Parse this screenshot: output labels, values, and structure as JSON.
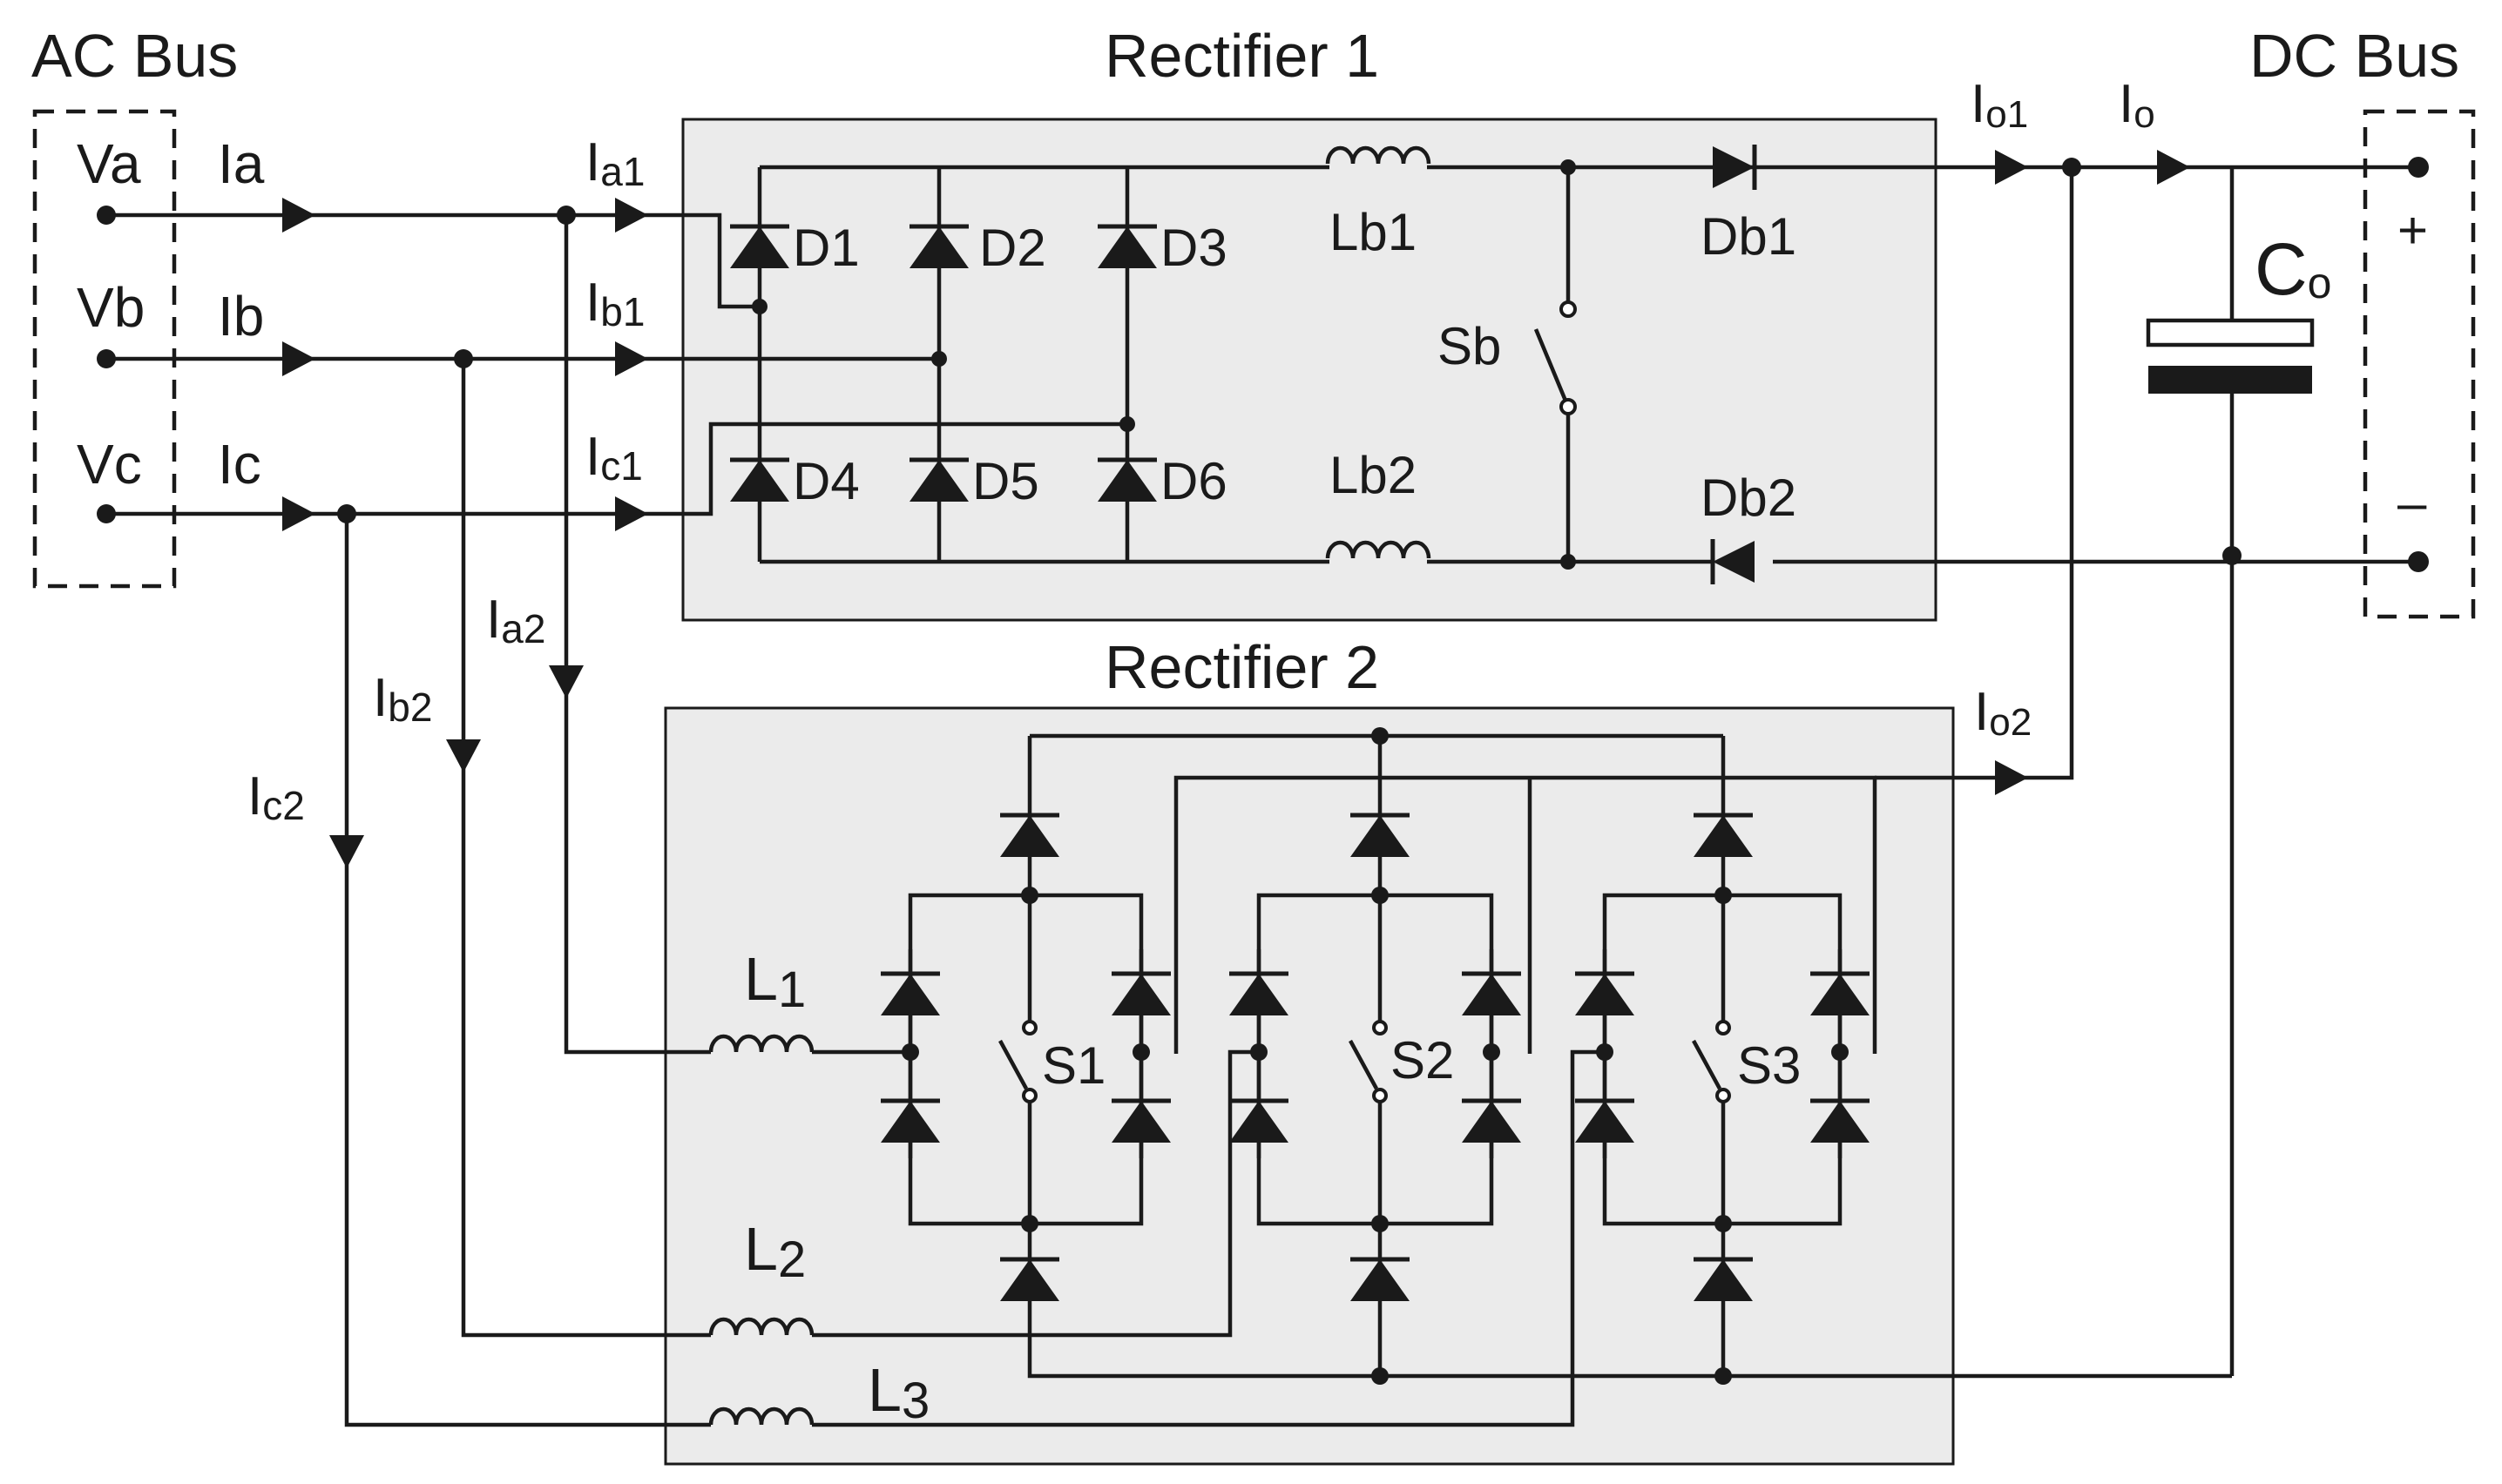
{
  "titles": {
    "ac_bus": "AC Bus",
    "dc_bus": "DC Bus",
    "rectifier1": "Rectifier 1",
    "rectifier2": "Rectifier 2"
  },
  "phases": {
    "va": "Va",
    "vb": "Vb",
    "vc": "Vc",
    "ia": "Ia",
    "ib": "Ib",
    "ic": "Ic"
  },
  "branch_currents": {
    "a1_main": "I",
    "a1_sub": "a1",
    "b1_main": "I",
    "b1_sub": "b1",
    "c1_main": "I",
    "c1_sub": "c1",
    "a2_main": "I",
    "a2_sub": "a2",
    "b2_main": "I",
    "b2_sub": "b2",
    "c2_main": "I",
    "c2_sub": "c2"
  },
  "rectifier1": {
    "diodes": [
      "D1",
      "D2",
      "D3",
      "D4",
      "D5",
      "D6"
    ],
    "lb1": "Lb1",
    "lb2": "Lb2",
    "sb": "Sb",
    "db1": "Db1",
    "db2": "Db2"
  },
  "rectifier2": {
    "switches": [
      "S1",
      "S2",
      "S3"
    ],
    "inductors": [
      {
        "main": "L",
        "sub": "1"
      },
      {
        "main": "L",
        "sub": "2"
      },
      {
        "main": "L",
        "sub": "3"
      }
    ]
  },
  "output": {
    "io1_main": "I",
    "io1_sub": "o1",
    "io_main": "I",
    "io_sub": "o",
    "io2_main": "I",
    "io2_sub": "o2",
    "co_main": "C",
    "co_sub": "o",
    "plus": "+",
    "minus": "–"
  },
  "colors": {
    "line": "#1a1a1a",
    "box_fill": "#ebebeb",
    "background": "#ffffff"
  }
}
